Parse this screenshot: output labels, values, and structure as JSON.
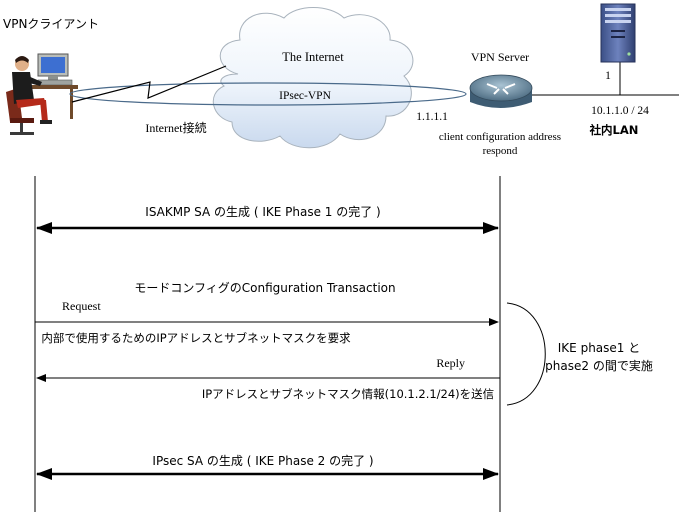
{
  "top": {
    "client_label": "VPNクライアント",
    "internet_label": "The Internet",
    "tunnel_label": "IPsec-VPN",
    "internet_connection_label": "Internet接続",
    "server_label": "VPN Server",
    "server_ip": "1.1.1.1",
    "server_note_line1": "client configuration address",
    "server_note_line2": "respond",
    "lan_host_number": "1",
    "lan_subnet": "10.1.1.0 / 24",
    "lan_label": "社内LAN"
  },
  "sequence": {
    "phase1_label": "ISAKMP SA の生成 ( IKE Phase 1 の完了 )",
    "modeconfig_title": "モードコンフィグのConfiguration Transaction",
    "request_label": "Request",
    "request_desc": "内部で使用するためのIPアドレスとサブネットマスクを要求",
    "reply_label": "Reply",
    "reply_desc": "IPアドレスとサブネットマスク情報(10.1.2.1/24)を送信",
    "between_note_line1": "IKE phase1 と",
    "between_note_line2": "phase2 の間で実施",
    "phase2_label": "IPsec SA の生成 ( IKE Phase 2 の完了 )"
  }
}
